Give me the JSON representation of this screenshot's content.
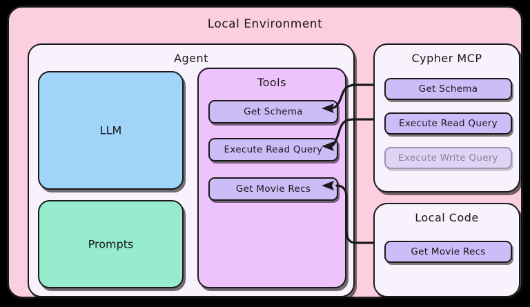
{
  "environment": {
    "title": "Local Environment",
    "bg_color": "#fbcfe0"
  },
  "agent": {
    "title": "Agent",
    "bg_color": "#f7f2fb",
    "llm": {
      "label": "LLM",
      "color": "#a0d4f8"
    },
    "prompts": {
      "label": "Prompts",
      "color": "#98ecce"
    },
    "tools": {
      "title": "Tools",
      "color": "#eec2fb",
      "items": [
        {
          "label": "Get Schema",
          "enabled": true
        },
        {
          "label": "Execute Read Query",
          "enabled": true
        },
        {
          "label": "Get Movie Recs",
          "enabled": true
        }
      ]
    }
  },
  "cypher_mcp": {
    "title": "Cypher MCP",
    "bg_color": "#f7f2fb",
    "items": [
      {
        "label": "Get Schema",
        "enabled": true
      },
      {
        "label": "Execute Read Query",
        "enabled": true
      },
      {
        "label": "Execute Write Query",
        "enabled": false
      }
    ]
  },
  "local_code": {
    "title": "Local Code",
    "bg_color": "#f7f2fb",
    "items": [
      {
        "label": "Get Movie Recs",
        "enabled": true
      }
    ]
  },
  "connections": [
    {
      "from": "cypher_mcp.items.0",
      "to": "agent.tools.items.0"
    },
    {
      "from": "cypher_mcp.items.1",
      "to": "agent.tools.items.1"
    },
    {
      "from": "local_code.items.0",
      "to": "agent.tools.items.2"
    }
  ],
  "palette": {
    "pill_fill": "#ccbcf7",
    "pill_disabled_fill": "#ded4f5",
    "pill_disabled_text": "#8a8398",
    "stroke": "#1a1a1a"
  }
}
